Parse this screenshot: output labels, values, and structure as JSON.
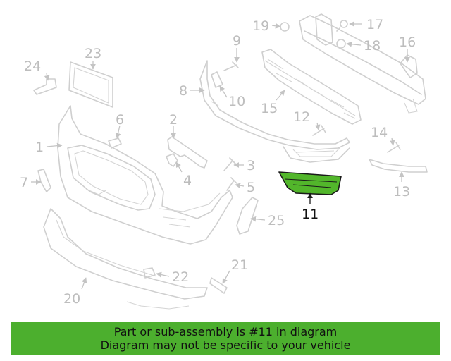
{
  "callouts": {
    "c1": "1",
    "c2": "2",
    "c3": "3",
    "c4": "4",
    "c5": "5",
    "c6": "6",
    "c7": "7",
    "c8": "8",
    "c9": "9",
    "c10": "10",
    "c11": "11",
    "c12": "12",
    "c13": "13",
    "c14": "14",
    "c15": "15",
    "c16": "16",
    "c17": "17",
    "c18": "18",
    "c19": "19",
    "c20": "20",
    "c21": "21",
    "c22": "22",
    "c23": "23",
    "c24": "24",
    "c25": "25"
  },
  "highlight": {
    "part_number": "11",
    "color": "#52b62b",
    "outline_color": "#1a1a1a"
  },
  "banner": {
    "line1": "Part or sub-assembly is #11 in diagram",
    "line2": "Diagram may not be specific to your vehicle",
    "color": "#4caf2e"
  }
}
